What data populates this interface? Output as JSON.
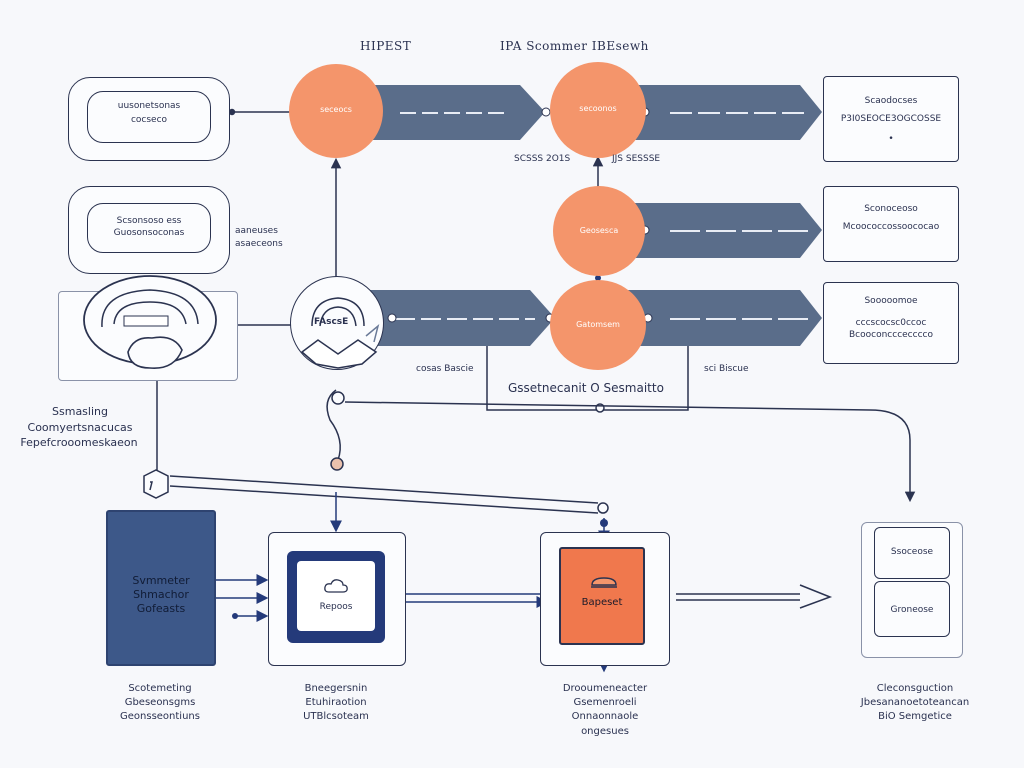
{
  "header": {
    "left_title": "HIPEST",
    "center_title": "IPA Scommer IBEsewh"
  },
  "top_left_card": {
    "line1": "uusonetsonas",
    "line2": "cocseco"
  },
  "mid_left_card": {
    "line1": "Scsonsoso ess",
    "line2": "Guosonsoconas"
  },
  "mid_left_side_label": {
    "line1": "aaneuses",
    "line2": "asaeceons"
  },
  "node_circles": [
    {
      "id": "a",
      "label": "seceocs"
    },
    {
      "id": "b",
      "label": "secoonos"
    },
    {
      "id": "c",
      "label": "Geosesca"
    },
    {
      "id": "d",
      "label": "Gatomsem"
    }
  ],
  "node_labels": {
    "under_a": "SCSSS 2O1S",
    "under_b": "JJS SESSSE"
  },
  "right_cards": [
    {
      "title": "Scaodocses",
      "line1": "P3I0SEOCE3OGCOSSE",
      "line2": "•"
    },
    {
      "title": "Sconoceoso",
      "line1": "Mcoococcossoococao"
    },
    {
      "title": "Sooooomoe",
      "line1": "cccscocsc0ccoc",
      "line2": "Bcooconcccecccco"
    }
  ],
  "tech_ring_label": "FAscsE",
  "band_labels": {
    "left": "cosas Bascie",
    "center": "Gssetnecanit O Sesmaitto",
    "right": "sci Biscue"
  },
  "left_caption": {
    "line1": "Ssmasling",
    "line2": "Coomyertsnacucas",
    "line3": "Fepefcrooomeskaeon"
  },
  "navy_block": {
    "line1": "Svmmeter",
    "line2": "Shmachor",
    "line3": "Gofeasts"
  },
  "screen_block": {
    "label": "Repoos"
  },
  "orange_block": {
    "label": "Bapeset"
  },
  "stack_items": [
    {
      "label": "Ssoceose"
    },
    {
      "label": "Groneose"
    }
  ],
  "bottom_captions": [
    {
      "line1": "Scotemeting",
      "line2": "Gbeseonsgms",
      "line3": "Geonsseontiuns"
    },
    {
      "line1": "Bneegersnin",
      "line2": "Etuhiraotion",
      "line3": "UTBlcsoteam"
    },
    {
      "line1": "Drooumeneacter",
      "line2": "Gsemenroeli",
      "line3": "Onnaonnaole",
      "line4": "ongesues"
    },
    {
      "line1": "Cleconsguction",
      "line2": "Jbesananoetoteancan",
      "line3": "BiO Semgetice"
    }
  ],
  "colors": {
    "orange": "#f4956b",
    "orange_block": "#f0784d",
    "navy": "#3d5889",
    "dark_navy": "#243a7a",
    "band": "#5a6d8a",
    "ink": "#2b3350"
  },
  "icons": [
    "cloud-icon",
    "hand-icon",
    "arrow-icon",
    "lock-icon",
    "chevron-right-icon"
  ]
}
